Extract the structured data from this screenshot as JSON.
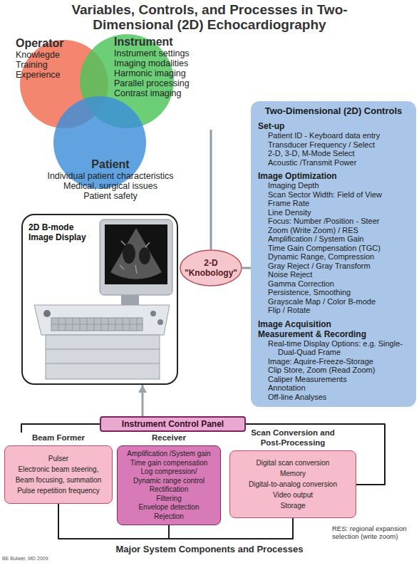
{
  "diagram": {
    "title": "Variables, Controls, and Processes in Two-Dimensional (2D) Echocardiography",
    "nodes": [
      {
        "text": [
          "Operator",
          "Knowlegde",
          "Training",
          "Experience"
        ]
      },
      {
        "text": [
          "Instrument",
          "Instrument settings",
          "Imaging modalities",
          "Harmonic imaging",
          "Parallel processing",
          "Contrast imaging"
        ]
      },
      {
        "text": [
          "Patient",
          "Individual patient characteristics",
          "Medical, surgical issues",
          "Patient safety"
        ]
      },
      {
        "text": [
          "Two-Dimensional (2D) Controls",
          "Set-up",
          "Patient ID - Keyboard data entry",
          "Transducer Frequency / Select",
          "2-D, 3-D, M-Mode Select",
          "Acoustic /Transmit Power",
          "Image Optimization",
          "Imaging Depth",
          "Scan Sector Width: Field of View",
          "Frame Rate",
          "Line Density",
          "Focus: Number /Position - Steer",
          "Zoom (Write Zoom) / RES",
          "Amplification / System Gain",
          "Time Gain Compensation (TGC)",
          "Dynamic Range, Compression",
          "Gray Reject / Gray Transform",
          "Noise Reject",
          "Gamma Correction",
          "Persistence, Smoothing",
          "Grayscale Map / Color B-mode",
          "Flip / Rotate",
          "Image Acquisition Measurement & Recording",
          "Real-time Display Options: e.g. Single-Dual-Quad Frame",
          "Image: Aquire-Freeze-Storage",
          "Clip Store, Zoom (Read Zoom)",
          "Caliper Measurements",
          "Annotation",
          "Off-line Analyses"
        ]
      },
      {
        "text": [
          "2D B-mode Image Display"
        ]
      },
      {
        "text": [
          "2-D \"Knobology\""
        ]
      },
      {
        "text": [
          "Instrument Control Panel"
        ]
      },
      {
        "text": [
          "Beam Former",
          "Pulser",
          "Electronic beam steering,",
          "Beam focusing, summation",
          "Pulse repetition frequency"
        ]
      },
      {
        "text": [
          "Receiver",
          "Amplification /System gain",
          "Time gain compensation",
          "Log compression/",
          "Dynamic range control",
          "Rectification",
          "Filtering",
          "Envelope detection",
          "Rejection"
        ]
      },
      {
        "text": [
          "Scan Conversion and Post-Processing",
          "Digital scan conversion",
          "Memory",
          "Digital-to-analog conversion",
          "Video output",
          "Storage"
        ]
      }
    ],
    "edges": [
      {
        "from": 1,
        "to": 5,
        "arrow": "none"
      },
      {
        "from": 5,
        "to": 3,
        "arrow": "none"
      },
      {
        "from": 6,
        "to": 4,
        "arrow": "to"
      },
      {
        "from": 6,
        "to": 7,
        "arrow": "none"
      },
      {
        "from": 7,
        "to": 8,
        "arrow": "none"
      },
      {
        "from": 8,
        "to": 9,
        "arrow": "none"
      },
      {
        "from": 9,
        "to": 6,
        "arrow": "none"
      }
    ],
    "labels": [
      "RES: regional expansion selection (write zoom)",
      "Major System Components and Processes",
      "BE Bulwer, MD 2009"
    ]
  }
}
